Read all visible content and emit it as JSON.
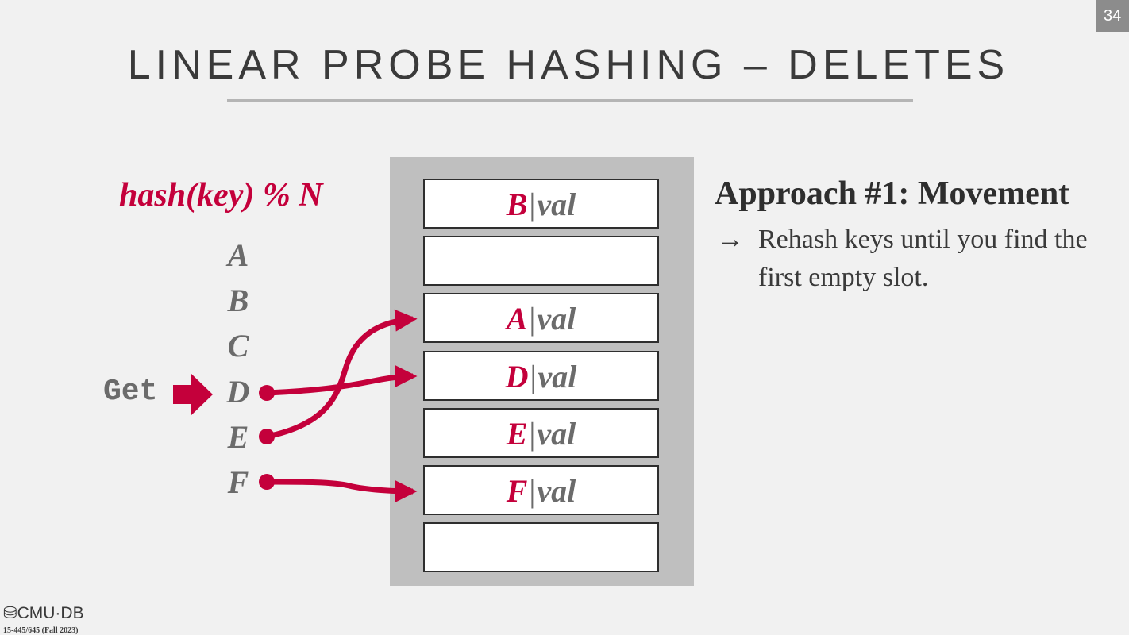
{
  "page_number": "34",
  "title": "LINEAR PROBE HASHING – DELETES",
  "hash_function": "hash(key) % N",
  "keys": [
    "A",
    "B",
    "C",
    "D",
    "E",
    "F"
  ],
  "get_label": "Get",
  "slots": [
    {
      "key": "B",
      "sep": "|",
      "val": "val"
    },
    {
      "key": "",
      "sep": "",
      "val": ""
    },
    {
      "key": "A",
      "sep": "|",
      "val": "val"
    },
    {
      "key": "D",
      "sep": "|",
      "val": "val"
    },
    {
      "key": "E",
      "sep": "|",
      "val": "val"
    },
    {
      "key": "F",
      "sep": "|",
      "val": "val"
    },
    {
      "key": "",
      "sep": "",
      "val": ""
    }
  ],
  "approach": {
    "title": "Approach #1: Movement",
    "bullet_arrow": "→",
    "bullet": "Rehash keys until you find the first empty slot."
  },
  "footer": {
    "logo": "CMU·DB",
    "course": "15-445/645 (Fall 2023)"
  },
  "colors": {
    "accent": "#c4003b",
    "key_gray": "#6b6b6b",
    "table_bg": "#bfbfbf"
  }
}
